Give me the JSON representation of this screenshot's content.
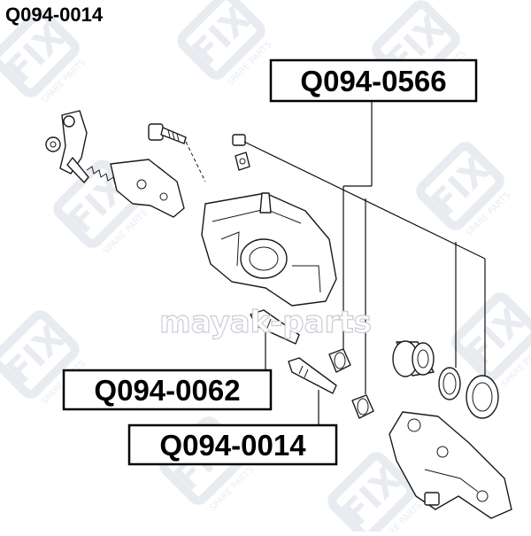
{
  "page_title": "Q094-0014",
  "watermark": {
    "brand": "FIX",
    "tagline": "SPARE PARTS",
    "overlay_text": "mayak-parts",
    "color": "#d6dde6"
  },
  "callouts": [
    {
      "id": "seal-kit",
      "part_number": "Q094-0566"
    },
    {
      "id": "guide-pin-upper",
      "part_number": "Q094-0062"
    },
    {
      "id": "guide-pin-lower",
      "part_number": "Q094-0014"
    }
  ]
}
